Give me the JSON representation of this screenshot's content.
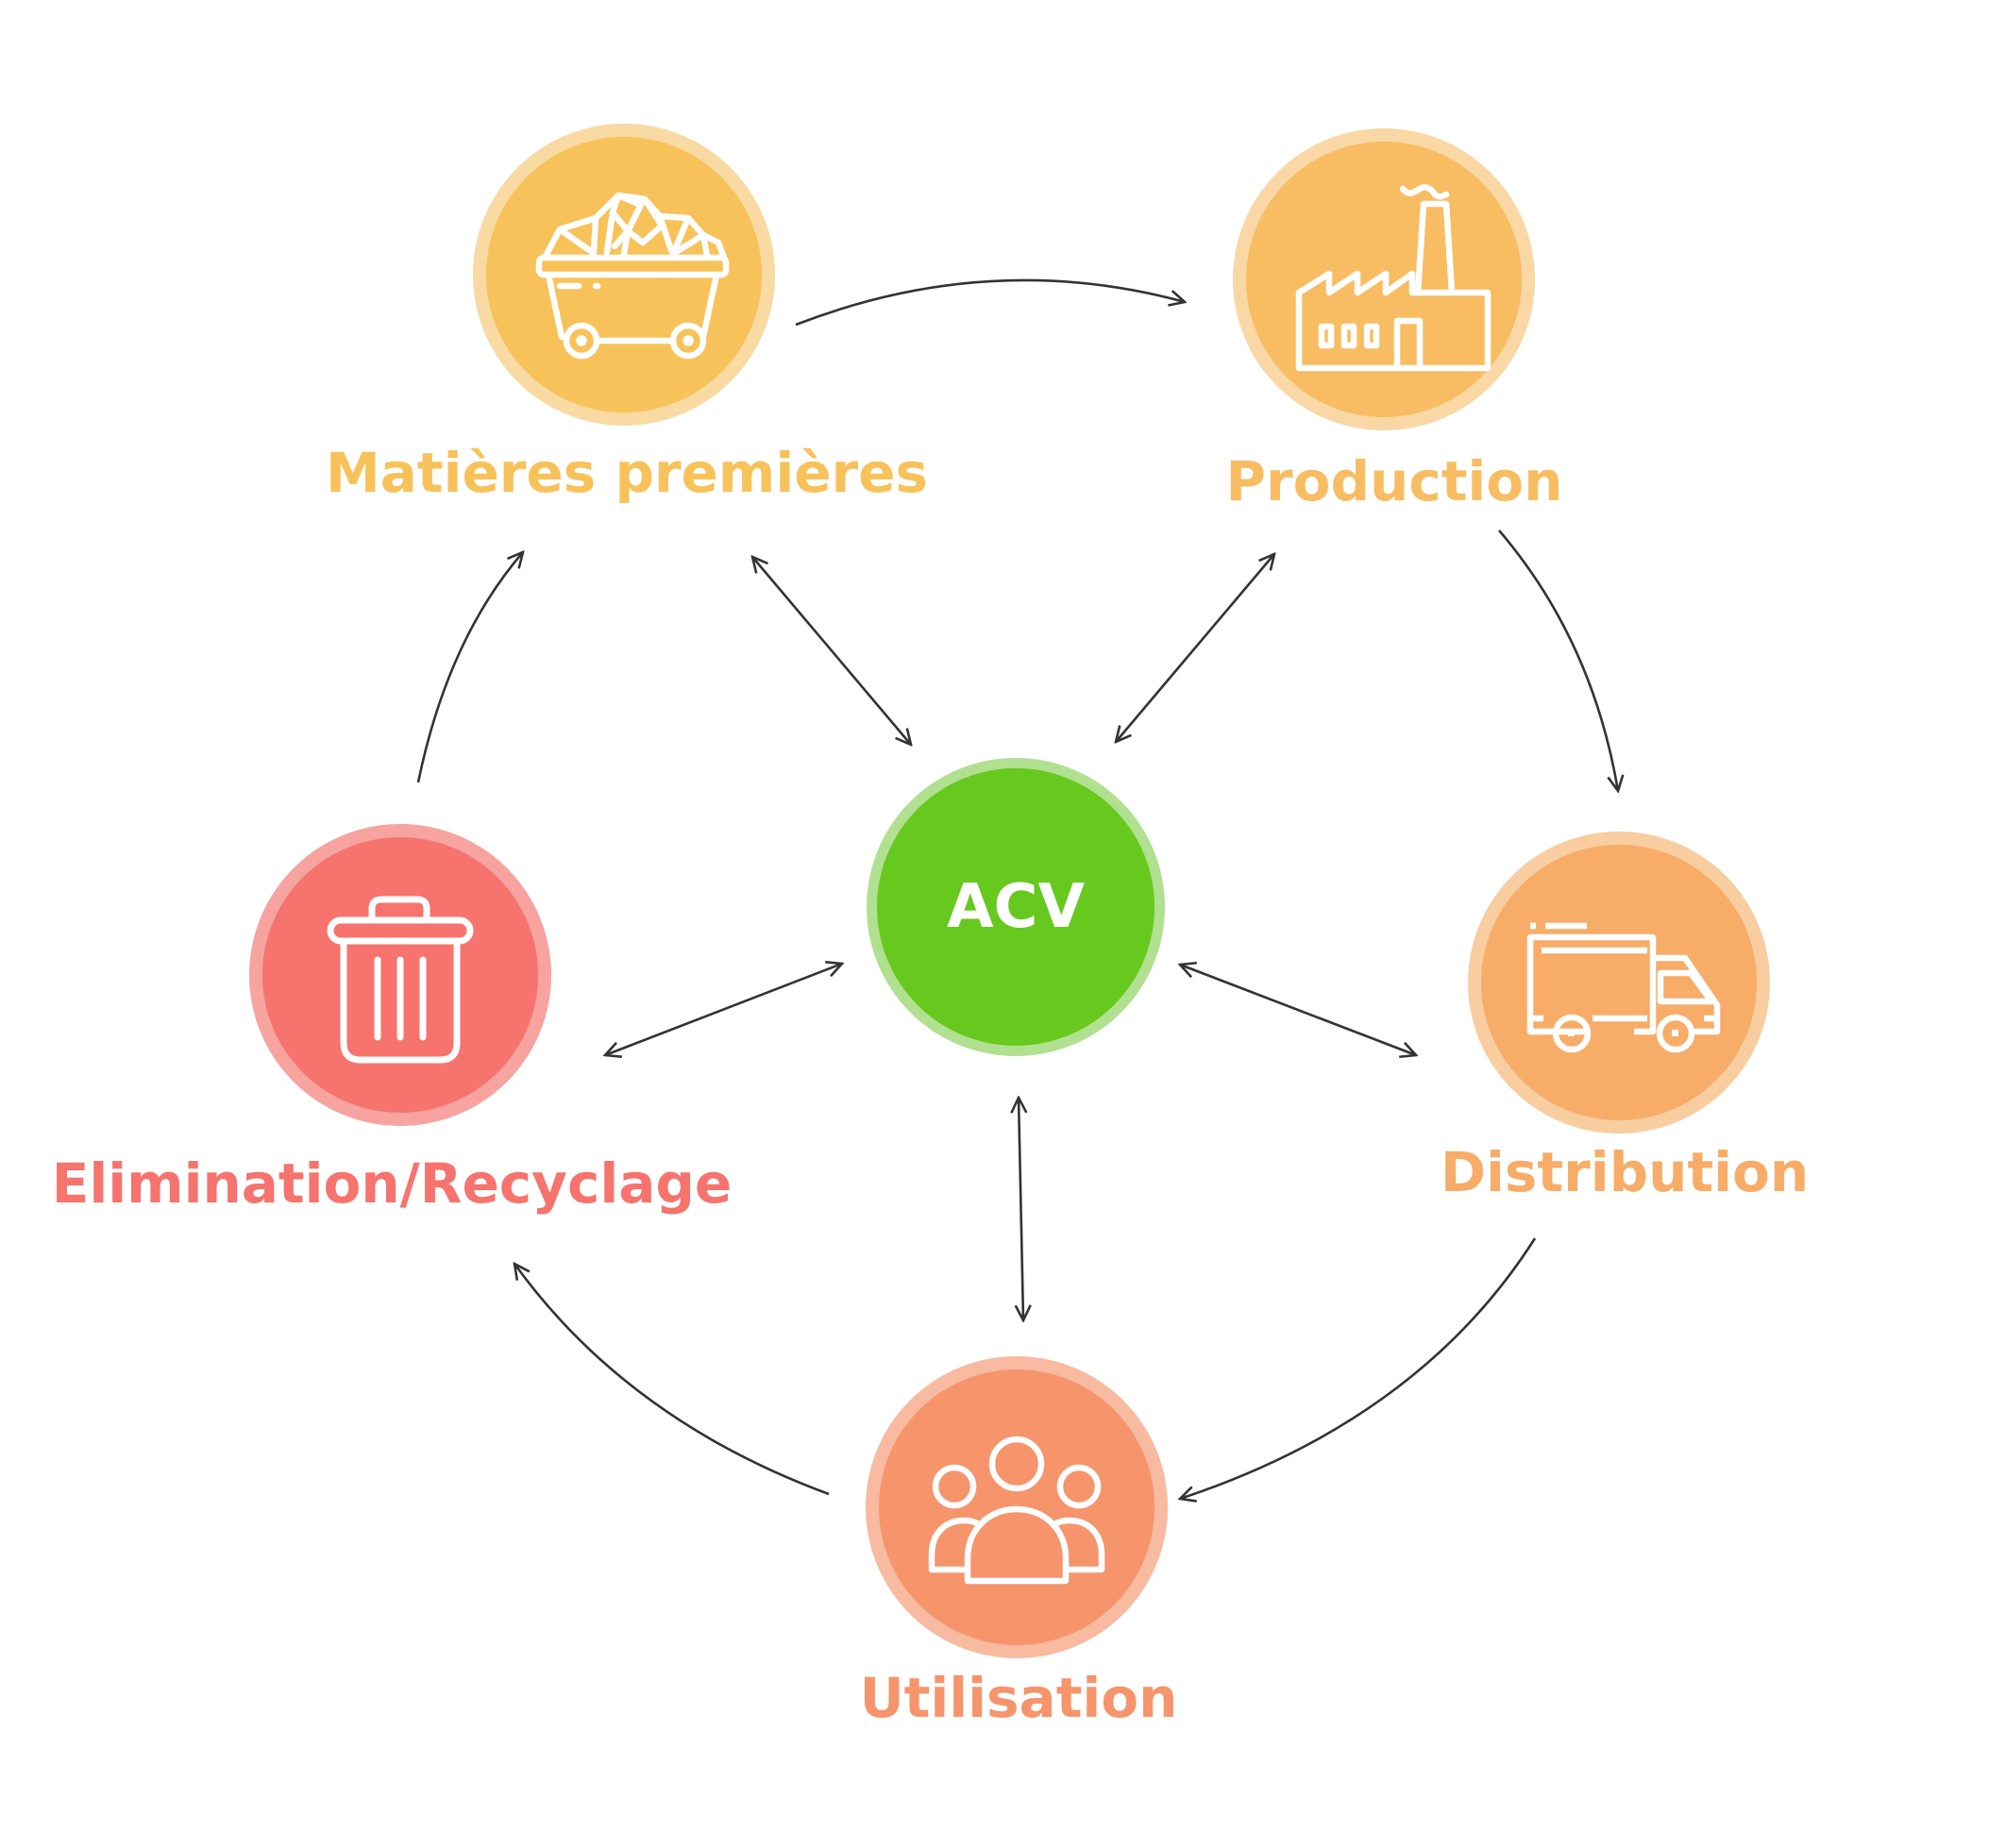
{
  "title": "ACV",
  "center": {
    "label": "ACV",
    "fill": "#67C81E",
    "ring": "#B1E090"
  },
  "stages": [
    {
      "id": "matieres",
      "label": "Matières premières",
      "icon": "mine-cart-icon",
      "fill": "#F8C25A",
      "ring": "#F9DAA2",
      "text_color": "#F8C25A"
    },
    {
      "id": "production",
      "label": "Production",
      "icon": "factory-icon",
      "fill": "#F8BD62",
      "ring": "#F9D8A5",
      "text_color": "#F8BD62"
    },
    {
      "id": "distribution",
      "label": "Distribution",
      "icon": "delivery-truck-icon",
      "fill": "#F7AC68",
      "ring": "#F8CDA0",
      "text_color": "#F7AC68"
    },
    {
      "id": "utilisation",
      "label": "Utilisation",
      "icon": "people-group-icon",
      "fill": "#F6946C",
      "ring": "#F8BAA0",
      "text_color": "#F6946C"
    },
    {
      "id": "elimination",
      "label": "Elimination/Recyclage",
      "icon": "trash-bin-icon",
      "fill": "#F6736E",
      "ring": "#F7A39F",
      "text_color": "#F6736E"
    }
  ],
  "cycle_arrows": [
    {
      "from": "Matières premières",
      "to": "Production"
    },
    {
      "from": "Production",
      "to": "Distribution"
    },
    {
      "from": "Distribution",
      "to": "Utilisation"
    },
    {
      "from": "Utilisation",
      "to": "Elimination/Recyclage"
    },
    {
      "from": "Elimination/Recyclage",
      "to": "Matières premières"
    }
  ],
  "bidirectional_arrows": [
    {
      "between": [
        "ACV",
        "Matières premières"
      ]
    },
    {
      "between": [
        "ACV",
        "Production"
      ]
    },
    {
      "between": [
        "ACV",
        "Distribution"
      ]
    },
    {
      "between": [
        "ACV",
        "Utilisation"
      ]
    },
    {
      "between": [
        "ACV",
        "Elimination/Recyclage"
      ]
    }
  ],
  "arrow_color": "#333333"
}
